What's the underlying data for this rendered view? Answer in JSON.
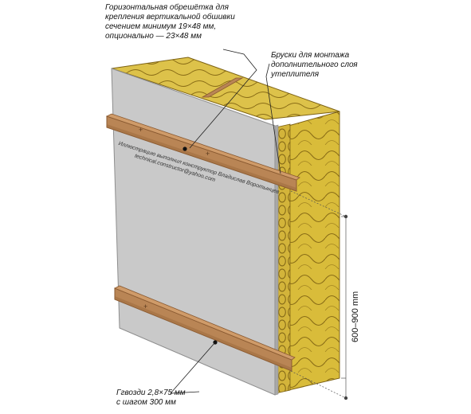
{
  "labels": {
    "battens": {
      "line1": "Горизонтальная обрешётка для",
      "line2": "крепления вертикальной обшивки",
      "line3": "сечением минимум 19×48 мм,",
      "line4": "опционально — 23×48 мм"
    },
    "bars": {
      "line1": "Бруски для монтажа",
      "line2": "дополнительного слоя",
      "line3": "утеплителя"
    },
    "nails": {
      "line1": "Ггвозди 2,8×75 мм",
      "line2": "с шагом 300 мм"
    },
    "credit": {
      "line1": "Иллюстрацию выполнил конструктор Владислав Воротынцев",
      "line2": "technical.constructor@yahoo.com"
    },
    "dimension": "600–900 mm"
  },
  "colors": {
    "panel": "#c9c9c9",
    "panel_edge": "#8e8e8e",
    "insulation": "#d9bc3a",
    "insulation_line": "#8a6d16",
    "wood": "#b98555",
    "wood_dark": "#8a5a31"
  }
}
